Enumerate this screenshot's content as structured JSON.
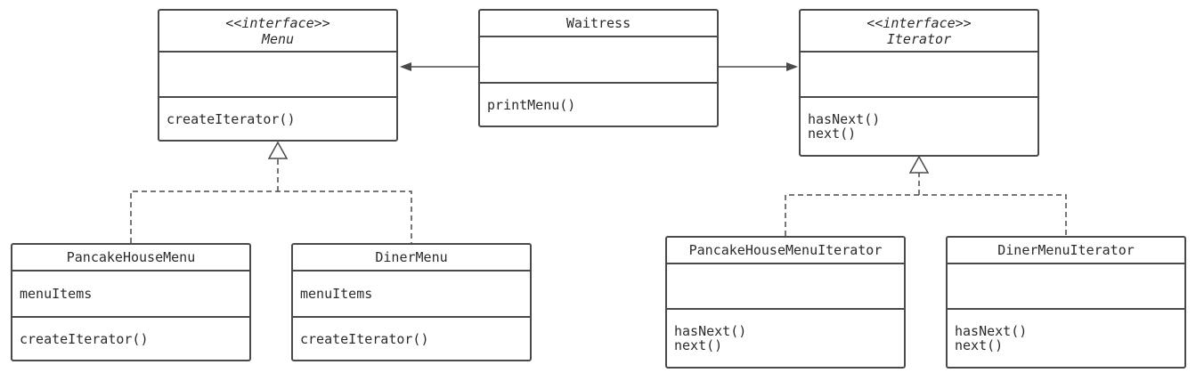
{
  "colors": {
    "line": "#4a4a4a",
    "text": "#2b2b2b",
    "background": "#ffffff"
  },
  "menu": {
    "stereotype": "<<interface>>",
    "name": "Menu",
    "methods": [
      "createIterator()"
    ]
  },
  "waitress": {
    "name": "Waitress",
    "methods": [
      "printMenu()"
    ]
  },
  "iterator": {
    "stereotype": "<<interface>>",
    "name": "Iterator",
    "methods": [
      "hasNext()",
      "next()"
    ]
  },
  "pancake_house_menu": {
    "name": "PancakeHouseMenu",
    "attributes": [
      "menuItems"
    ],
    "methods": [
      "createIterator()"
    ]
  },
  "diner_menu": {
    "name": "DinerMenu",
    "attributes": [
      "menuItems"
    ],
    "methods": [
      "createIterator()"
    ]
  },
  "pancake_house_menu_iterator": {
    "name": "PancakeHouseMenuIterator",
    "methods": [
      "hasNext()",
      "next()"
    ]
  },
  "diner_menu_iterator": {
    "name": "DinerMenuIterator",
    "methods": [
      "hasNext()",
      "next()"
    ]
  }
}
